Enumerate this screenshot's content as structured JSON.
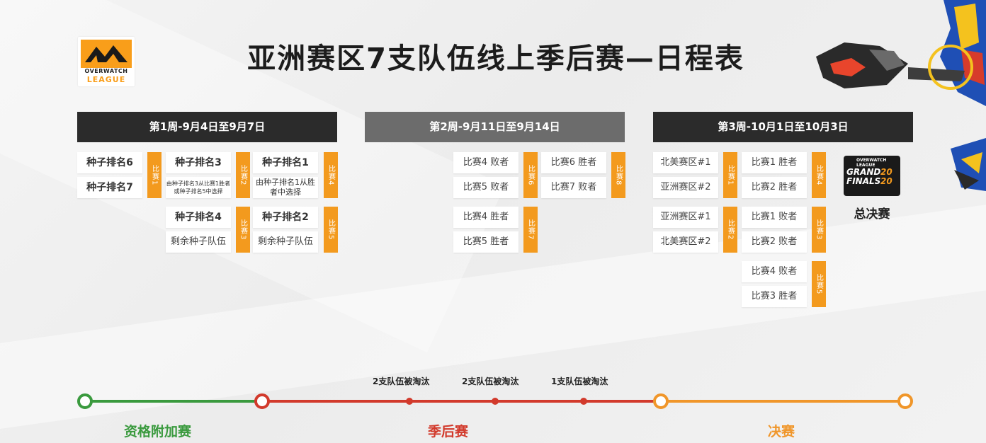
{
  "title": "亚洲赛区7支队伍线上季后赛—日程表",
  "logo": {
    "line1": "OVERWATCH",
    "line2": "LEAGUE"
  },
  "weeks": [
    {
      "label": "第1周-9月4日至9月7日"
    },
    {
      "label": "第2周-9月11日至9月14日"
    },
    {
      "label": "第3周-10月1日至10月3日"
    }
  ],
  "week1": {
    "m1": {
      "a": "种子排名6",
      "b": "种子排名7",
      "tag": "比赛1"
    },
    "m2": {
      "a": "种子排名3",
      "b": "由种子排名3从比赛1胜者或种子排名5中选择",
      "tag": "比赛2"
    },
    "m4": {
      "a": "种子排名1",
      "b": "由种子排名1从胜者中选择",
      "tag": "比赛4"
    },
    "m3": {
      "a": "种子排名4",
      "b": "剩余种子队伍",
      "tag": "比赛3"
    },
    "m5": {
      "a": "种子排名2",
      "b": "剩余种子队伍",
      "tag": "比赛5"
    }
  },
  "week2": {
    "m6": {
      "a": "比赛4 败者",
      "b": "比赛5 败者",
      "tag": "比赛6"
    },
    "m8": {
      "a": "比赛6 胜者",
      "b": "比赛7 败者",
      "tag": "比赛8"
    },
    "m7": {
      "a": "比赛4 胜者",
      "b": "比赛5 胜者",
      "tag": "比赛7"
    }
  },
  "week3": {
    "m1": {
      "a": "北美赛区#1",
      "b": "亚洲赛区#2",
      "tag": "比赛1"
    },
    "m4": {
      "a": "比赛1 胜者",
      "b": "比赛2 胜者",
      "tag": "比赛4"
    },
    "m2": {
      "a": "亚洲赛区#1",
      "b": "北美赛区#2",
      "tag": "比赛2"
    },
    "m3": {
      "a": "比赛1 败者",
      "b": "比赛2 败者",
      "tag": "比赛3"
    },
    "m5": {
      "a": "比赛4 败者",
      "b": "比赛3 胜者",
      "tag": "比赛5"
    }
  },
  "finals": {
    "logo_top": "OVERWATCH LEAGUE",
    "logo_main": "GRAND FINALS",
    "logo_year": "20 20",
    "label": "总决赛"
  },
  "timeline": {
    "eliminations": [
      "2支队伍被淘汰",
      "2支队伍被淘汰",
      "1支队伍被淘汰"
    ],
    "phases": [
      {
        "label": "资格附加赛",
        "color": "#3a9a3e"
      },
      {
        "label": "季后赛",
        "color": "#d23a2c"
      },
      {
        "label": "决赛",
        "color": "#f0962a"
      }
    ]
  },
  "colors": {
    "orange": "#f39a1e",
    "dark": "#2b2b2b",
    "grey": "#6c6c6c"
  }
}
